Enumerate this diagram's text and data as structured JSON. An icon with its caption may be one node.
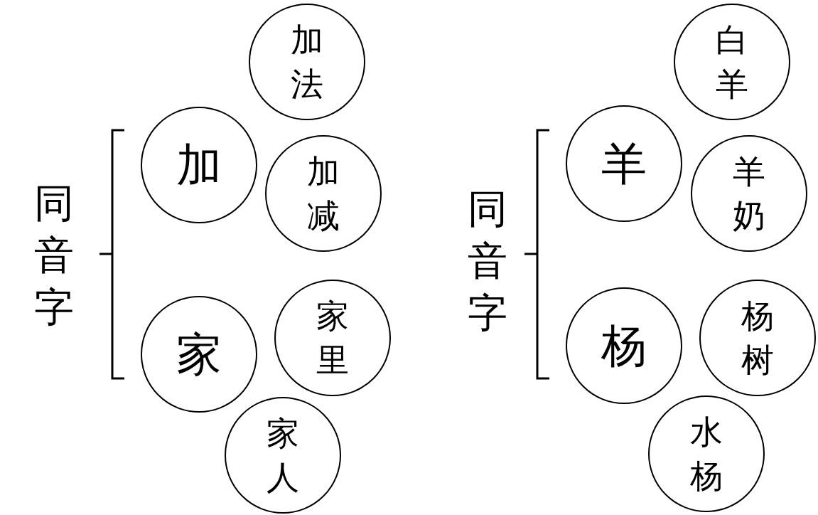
{
  "diagram": {
    "nodes": [
      {
        "text": [
          "加法"
        ]
      },
      {
        "text": [
          "加"
        ]
      },
      {
        "text": [
          "加减"
        ]
      },
      {
        "text": [
          "家"
        ]
      },
      {
        "text": [
          "家里"
        ]
      },
      {
        "text": [
          "家人"
        ]
      },
      {
        "text": [
          "白羊"
        ]
      },
      {
        "text": [
          "羊"
        ]
      },
      {
        "text": [
          "羊奶"
        ]
      },
      {
        "text": [
          "杨"
        ]
      },
      {
        "text": [
          "杨树"
        ]
      },
      {
        "text": [
          "水杨"
        ]
      }
    ],
    "edges": [],
    "labels": [
      "同音字",
      "同音字"
    ]
  }
}
